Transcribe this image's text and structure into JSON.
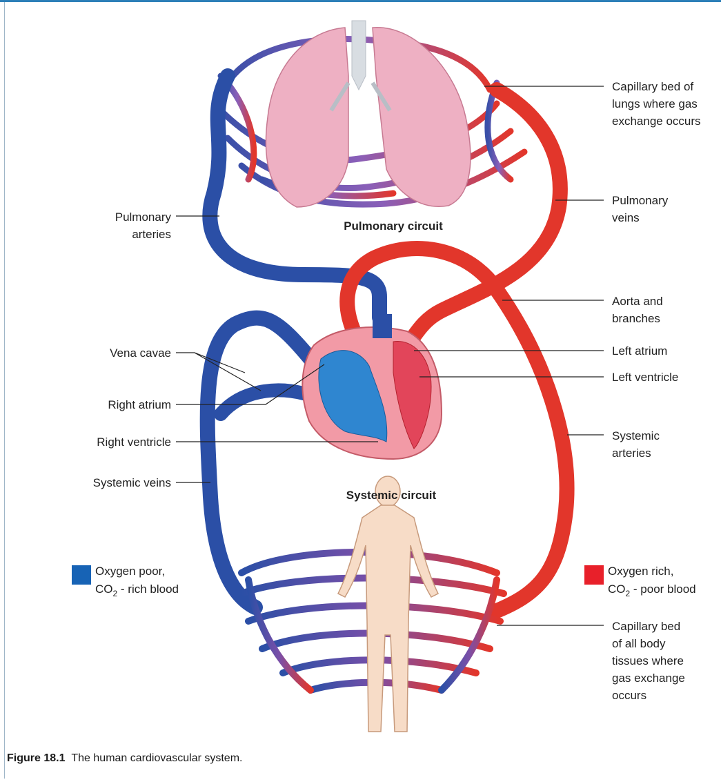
{
  "labels": {
    "capillary_lungs": [
      "Capillary bed of",
      "lungs where gas",
      "exchange occurs"
    ],
    "pulmonary_veins": [
      "Pulmonary",
      "veins"
    ],
    "pulmonary_arteries": [
      "Pulmonary",
      "arteries"
    ],
    "pulmonary_circuit": "Pulmonary circuit",
    "aorta": [
      "Aorta and",
      "branches"
    ],
    "left_atrium": "Left atrium",
    "left_ventricle": "Left ventricle",
    "vena_cavae": "Vena cavae",
    "right_atrium": "Right atrium",
    "right_ventricle": "Right ventricle",
    "systemic_arteries": [
      "Systemic",
      "arteries"
    ],
    "systemic_veins": "Systemic veins",
    "systemic_circuit": "Systemic circuit",
    "capillary_body": [
      "Capillary bed",
      "of all body",
      "tissues where",
      "gas exchange",
      "occurs"
    ]
  },
  "legend": {
    "oxygen_poor": {
      "line1": "Oxygen poor,",
      "line2_pre": "CO",
      "line2_sub": "2",
      "line2_post": " - rich blood",
      "color": "#1763b5"
    },
    "oxygen_rich": {
      "line1": "Oxygen rich,",
      "line2_pre": "CO",
      "line2_sub": "2",
      "line2_post": " - poor blood",
      "color": "#e8202a"
    }
  },
  "caption": {
    "number": "Figure 18.1",
    "text": "The human cardiovascular system."
  },
  "colors": {
    "blue": "#2b4fa6",
    "red": "#e2362b",
    "lung": "#eeb0c3",
    "heart": "#f29aa6",
    "skin": "#f7dcc7"
  }
}
